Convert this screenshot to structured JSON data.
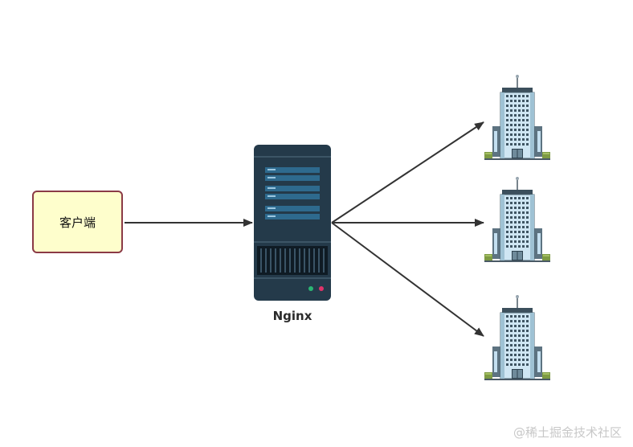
{
  "client": {
    "label": "客户端"
  },
  "server": {
    "label": "Nginx"
  },
  "backends": [
    {
      "icon": "office-building-icon"
    },
    {
      "icon": "office-building-icon"
    },
    {
      "icon": "office-building-icon"
    }
  ],
  "watermark": "@稀土掘金技术社区",
  "colors": {
    "client_fill": "#fefecc",
    "client_border": "#8b3a46",
    "server_body": "#243a4a",
    "server_slot": "#2e6a8e",
    "arrow": "#333333"
  }
}
